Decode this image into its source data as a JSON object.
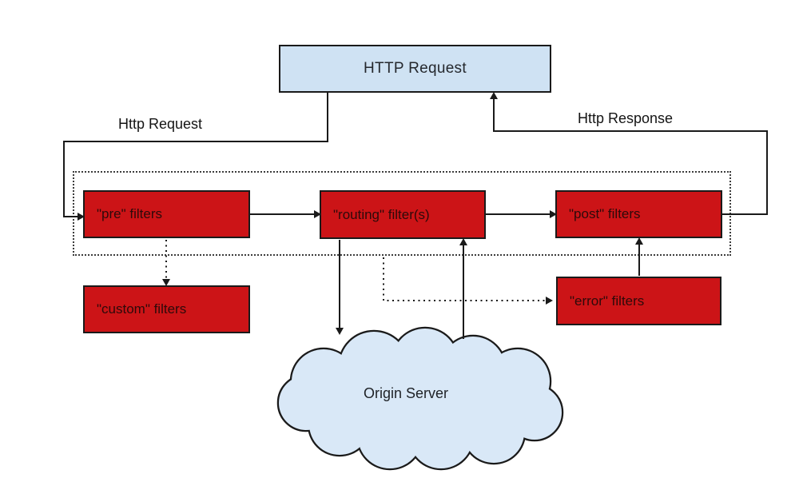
{
  "diagram": {
    "request_box": {
      "label": "HTTP Request"
    },
    "edge_labels": {
      "http_request": "Http Request",
      "http_response": "Http Response"
    },
    "boxes": {
      "pre": "\"pre\" filters",
      "routing": "\"routing\" filter(s)",
      "post": "\"post\" filters",
      "custom": "\"custom\" filters",
      "error": "\"error\" filters"
    },
    "cloud": {
      "label": "Origin Server"
    }
  },
  "colors": {
    "filter-red": "#cc1417",
    "box-blue": "#cfe2f3",
    "cloud-blue": "#d9e8f7",
    "ink": "#1a1a1a",
    "box-text": "#2d0a0a"
  }
}
